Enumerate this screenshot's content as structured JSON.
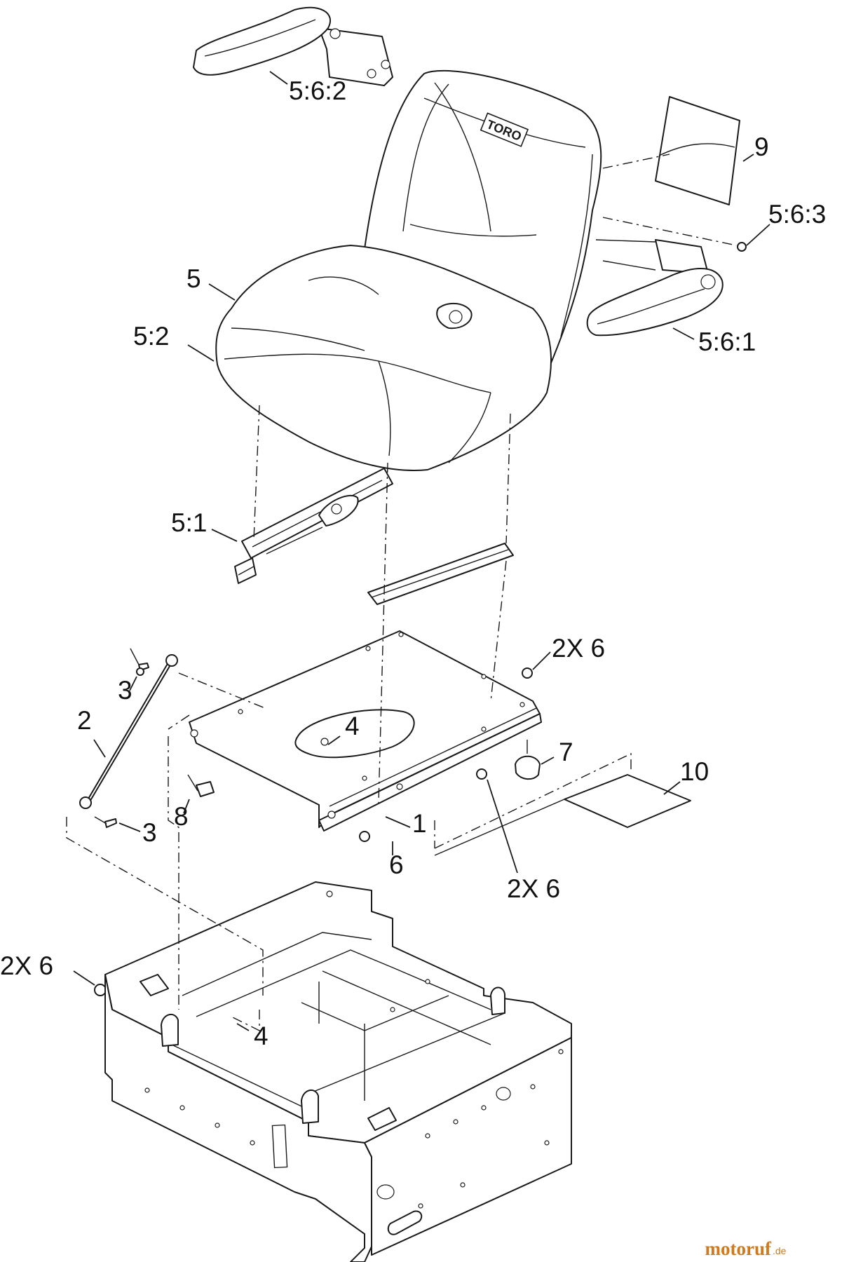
{
  "labels": {
    "armrest_left": "5:6:2",
    "decal_seat_back": "9",
    "armrest_screw": "5:6:3",
    "seat": "5",
    "seat_cushion": "5:2",
    "armrest_right": "5:6:1",
    "seat_track_latch": "5:1",
    "nut_top_right": "2X 6",
    "screw_upper": "3",
    "rod": "2",
    "bolt_plate": "4",
    "bumper": "7",
    "decal_plate": "10",
    "bolt_hinge": "8",
    "screw_lower": "3",
    "plate": "1",
    "nut_plate": "6",
    "nut_right_lower": "2X 6",
    "nut_frame": "2X 6",
    "bolt_frame": "4"
  },
  "seat_logo": "TORO",
  "watermark": {
    "brand": "motoruf",
    "suffix": ".de",
    "color": "#d07a1e"
  }
}
